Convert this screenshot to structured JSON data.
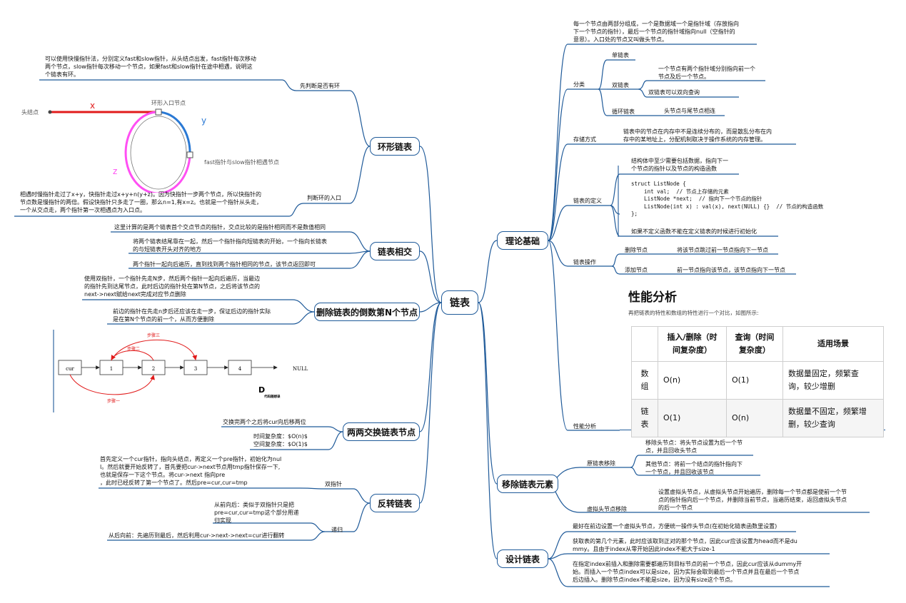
{
  "center": "链表",
  "branches": {
    "theory": "理论基础",
    "remove": "移除链表元素",
    "design": "设计链表",
    "cycle": "环形链表",
    "intersect": "链表相交",
    "remove_nth": "删除链表的倒数第N个节点",
    "swap": "两两交换链表节点",
    "reverse": "反转链表"
  },
  "theory": {
    "intro": "每一个节点由两部分组成，一个是数据域一个是指针域（存放指向\n下一个节点的指针），最后一个节点的指针域指向null（空指针的\n意思）。入口处的节点又叫做头节点。",
    "classify": "分类",
    "single": "单链表",
    "double": "双链表",
    "double_desc1": "一个节点有两个指针域分别指向前一个\n节点及后一个节点。",
    "double_desc2": "双链表可以双向查询",
    "circular": "循环链表",
    "circular_desc": "头节点与尾节点相连",
    "storage": "存储方式",
    "storage_desc": "链表中的节点在内存中不是连续分布的，而是散乱分布在内\n存中的某地址上，分配机制取决于操作系统的内存管理。",
    "definition": "链表的定义",
    "def_desc": "结构体中至少需要包括数据，指向下一\n个节点的指针以及节点的构造函数",
    "def_code": "struct ListNode {\n    int val;  // 节点上存储的元素\n    ListNode *next;  // 指向下一个节点的指针\n    ListNode(int x) : val(x), next(NULL) {}  // 节点的构造函数\n};",
    "def_note": "如果不定义函数不能在定义链表的时候进行初始化",
    "ops": "链表操作",
    "del_node": "删除节点",
    "del_desc": "将该节点跳过前一节点指向下一节点",
    "add_node": "添加节点",
    "add_desc": "前一节点指向该节点，该节点指向下一节点",
    "perf": "性能分析"
  },
  "performance": {
    "title": "性能分析",
    "subtitle": "再把链表的特性和数组的特性进行一个对比，如图所示:",
    "headers": [
      "",
      "插入/删除（时\n间复杂度）",
      "查询（时间\n复杂度）",
      "适用场景"
    ],
    "rows": [
      [
        "数\n组",
        "O(n)",
        "O(1)",
        "数据量固定，频繁查\n询，较少增删"
      ],
      [
        "链\n表",
        "O(1)",
        "O(n)",
        "数据量不固定，频繁增\n删，较少查询"
      ]
    ]
  },
  "remove": {
    "original": "原链表移除",
    "head_rm": "移除头节点：将头节点设置为后一个节\n点，并且回收头节点",
    "other_rm": "其他节点：将前一个结点的指针指向下\n一个节点，并且回收该节点",
    "virtual": "虚拟头节点移除",
    "virtual_desc": "设置虚拟头节点，从虚拟头节点开始遍历，删除每一个节点都是使前一个节\n点的指针指向后一个节点，并删除当前节点，当遍历结束，返回虚拟头节点\n的后一个节点"
  },
  "design": {
    "d1": "最好在前边设置一个虚拟头节点，方便统一操作头节点(在初始化链表函数里设置)",
    "d2": "获取表的第几个元素，此时应该取到正对的那个节点，因此cur应该设置为head而不是du\nmmy。且由于index从零开始因此index不能大于size-1",
    "d3": "在指定index前插入和删除需要都遍历到目标节点的前一个节点，因此cur应该从dummy开\n始。而插入一个节点index可以是size，因为实际会取到最后一个节点并且在最后一个节点\n后边插入。删除节点index不能是size，因为没有size这个节点。"
  },
  "cycle": {
    "desc": "可以使用快慢指针法，分别定义fast和slow指针，从头结点出发，fast指针每次移动\n两个节点，slow指针每次移动一个节点，如果fast和slow指针在途中相遇，说明这\n个链表有环。",
    "judge": "先判断是否有环",
    "head_label": "头结点",
    "entry_label": "环形入口节点",
    "meet_label": "fast指针与slow指针相遇节点",
    "x": "x",
    "y": "y",
    "z": "z",
    "entry_desc": "相遇时慢指针走过了x+y，快指针走过x+y+n(y+z)。因为快指针一步两个节点，所以快指针的\n节点数是慢指针的两倍。假设快指针只多走了一圈，那么n=1,有x=z。也就是一个指针从头走，\n一个从交点走，两个指针第一次相遇点为入口点。",
    "entry_judge": "判断环的入口"
  },
  "intersect": {
    "i1": "这里计算的是两个链表首个交点节点的指针，交点比较的是指针相同而不是数值相同",
    "i2": "将两个链表结尾靠在一起，然后一个指针指向短链表的开始，一个指向长链表\n的与短链表开头对齐的地方",
    "i3": "两个指针一起向后遍历，直到找到两个指针相同的节点，该节点返回即可"
  },
  "remove_nth": {
    "r1": "使用双指针，一个指针先走N步，然后两个指针一起向后遍历，当最边\n的指针先到达尾节点，此时后边的指针处在第N节点，之后将该节点的\nnext->next赋给next完成对应节点删除",
    "r2": "前边的指针在先走n步后还应该在走一步，保证后边的指针实际\n是在第N个节点的前一个，从而方便删除"
  },
  "swap_diagram": {
    "nodes": [
      "cur",
      "1",
      "2",
      "3",
      "4"
    ],
    "null_label": "NULL",
    "step1": "步骤一",
    "step2": "步骤二",
    "step3": "步骤三",
    "logo": "D",
    "logo_text": "代码随想录"
  },
  "swap": {
    "s1": "交换完两个之后将cur向后移两位",
    "s2": "时间复杂度：$O(n)$\n空间复杂度：$O(1)$"
  },
  "reverse": {
    "double_ptr": "双指针",
    "dp_desc": "首先定义一个cur指针，指向头结点，再定义一个pre指针，初始化为nul\nl。然后就要开始反转了，首先要把cur->next节点用tmp指针保存一下,\n也就是保存一下这个节点。将cur->next 指向pre\n，此时已经反转了第一个节点了。然后pre=cur,cur=tmp",
    "recursion": "递归",
    "rec_desc1": "从前向后：类似于双指针只是把\npre=cur,cur=tmp这个部分用递\n归实现",
    "rec_desc2": "从后向前：先遍历到最后，然后利用cur->next->next=cur进行翻转"
  },
  "colors": {
    "node_border": "#1f5a99",
    "branch_line": "#1f5a99",
    "x_line": "#e11b1b",
    "y_arc": "#2a79d4",
    "z_arc": "#ff4ff3",
    "arrow": "#e11b1b"
  }
}
